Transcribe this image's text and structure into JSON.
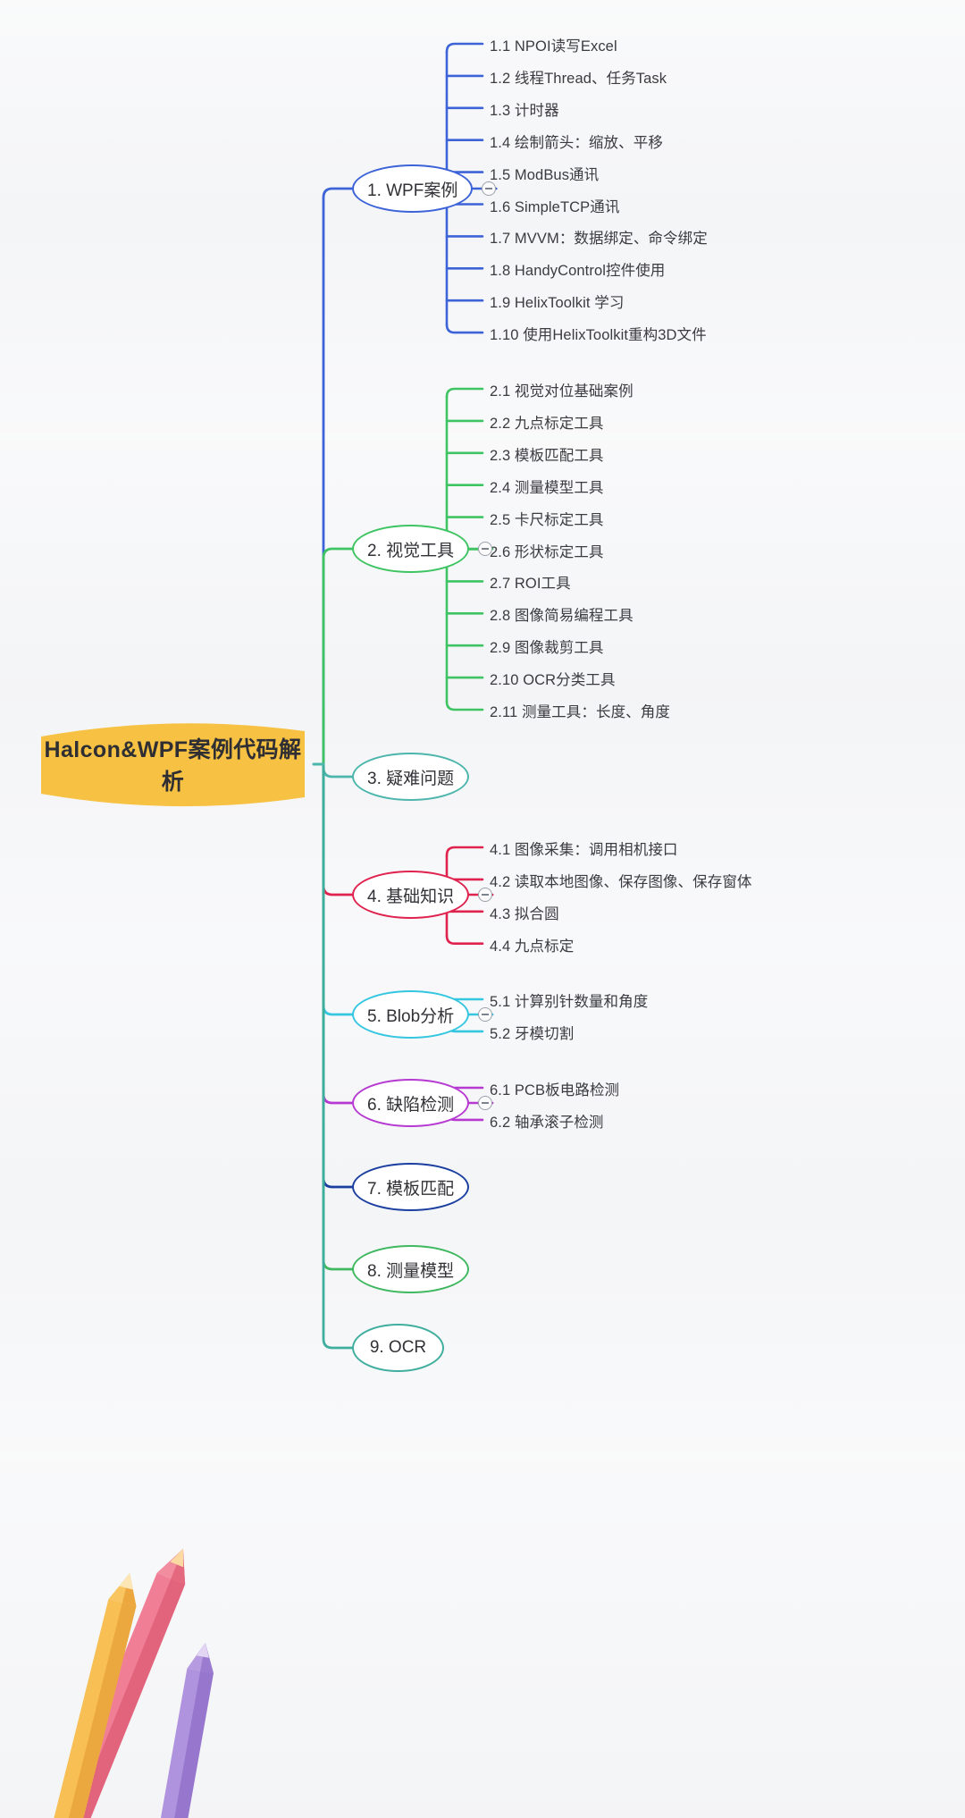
{
  "root": {
    "label": "Halcon&WPF案例代码解析",
    "color": "#f7c244",
    "text_color": "#2f2f33"
  },
  "branches": [
    {
      "id": "b1",
      "label": "1. WPF案例",
      "color": "#3d63d8",
      "collapsed": false,
      "children": [
        "1.1 NPOI读写Excel",
        "1.2 线程Thread、任务Task",
        "1.3 计时器",
        "1.4 绘制箭头：缩放、平移",
        "1.5 ModBus通讯",
        "1.6 SimpleTCP通讯",
        "1.7 MVVM：数据绑定、命令绑定",
        "1.8 HandyControl控件使用",
        "1.9 HelixToolkit 学习",
        "1.10 使用HelixToolkit重构3D文件"
      ]
    },
    {
      "id": "b2",
      "label": "2. 视觉工具",
      "color": "#3fc463",
      "collapsed": false,
      "children": [
        "2.1 视觉对位基础案例",
        "2.2 九点标定工具",
        "2.3 模板匹配工具",
        "2.4 测量模型工具",
        "2.5 卡尺标定工具",
        "2.6 形状标定工具",
        "2.7 ROI工具",
        "2.8 图像简易编程工具",
        "2.9 图像裁剪工具",
        "2.10 OCR分类工具",
        "2.11 测量工具：长度、角度"
      ]
    },
    {
      "id": "b3",
      "label": "3. 疑难问题",
      "color": "#4db6ac",
      "collapsed": false,
      "children": []
    },
    {
      "id": "b4",
      "label": "4. 基础知识",
      "color": "#e0224e",
      "collapsed": false,
      "children": [
        "4.1 图像采集：调用相机接口",
        "4.2 读取本地图像、保存图像、保存窗体",
        "4.3 拟合圆",
        "4.4 九点标定"
      ]
    },
    {
      "id": "b5",
      "label": "5. Blob分析",
      "color": "#35c6e0",
      "collapsed": false,
      "children": [
        "5.1 计算别针数量和角度",
        "5.2 牙模切割"
      ]
    },
    {
      "id": "b6",
      "label": "6. 缺陷检测",
      "color": "#b63ad1",
      "collapsed": false,
      "children": [
        "6.1 PCB板电路检测",
        "6.2 轴承滚子检测"
      ]
    },
    {
      "id": "b7",
      "label": "7. 模板匹配",
      "color": "#1b3fa0",
      "collapsed": false,
      "children": []
    },
    {
      "id": "b8",
      "label": "8. 测量模型",
      "color": "#3fb860",
      "collapsed": false,
      "children": []
    },
    {
      "id": "b9",
      "label": "9. OCR",
      "color": "#3fae9e",
      "collapsed": false,
      "children": []
    }
  ]
}
